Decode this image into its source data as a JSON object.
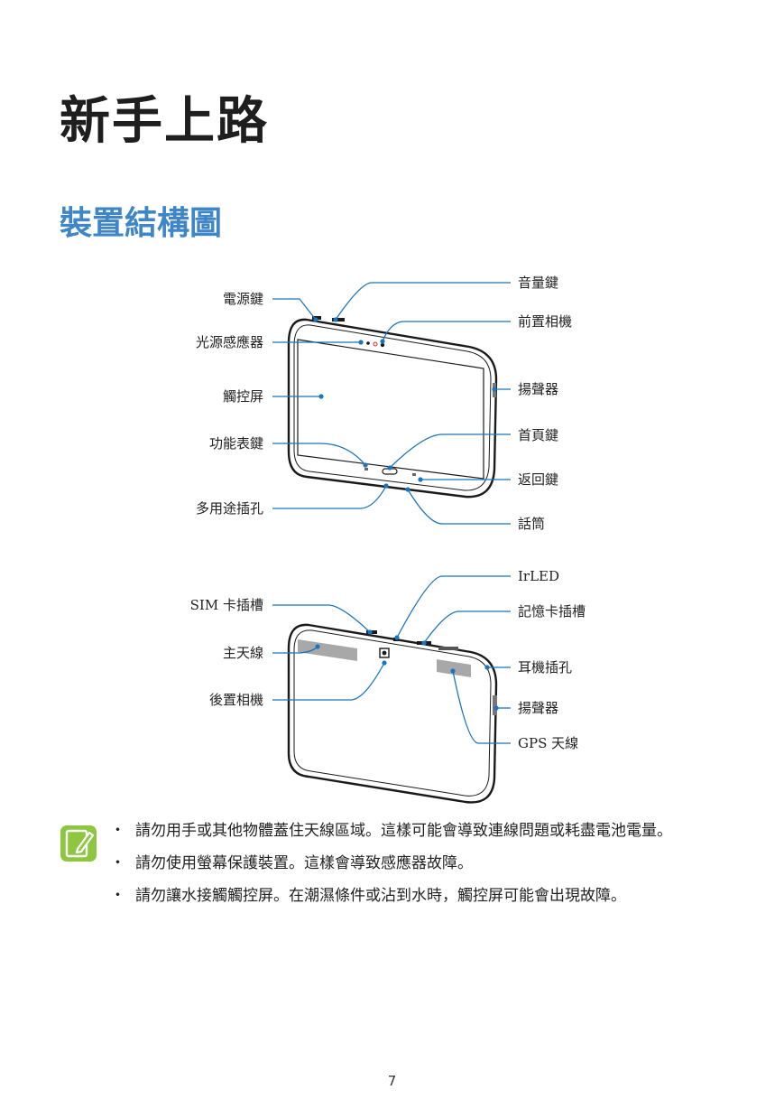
{
  "page": {
    "title": "新手上路",
    "section_title": "裝置結構圖",
    "page_number": "7"
  },
  "front_labels": {
    "power_key": "電源鍵",
    "light_sensor": "光源感應器",
    "touchscreen": "觸控屏",
    "menu_key": "功能表鍵",
    "multipurpose_jack": "多用途插孔",
    "volume_key": "音量鍵",
    "front_camera": "前置相機",
    "speaker": "揚聲器",
    "home_key": "首頁鍵",
    "back_key": "返回鍵",
    "microphone": "話筒"
  },
  "back_labels": {
    "sim_slot": "SIM 卡插槽",
    "main_antenna": "主天線",
    "rear_camera": "後置相機",
    "irled": "IrLED",
    "memory_card_slot": "記憶卡插槽",
    "headset_jack": "耳機插孔",
    "speaker": "揚聲器",
    "gps_antenna": "GPS 天線"
  },
  "notes": [
    "請勿用手或其他物體蓋住天線區域。這樣可能會導致連線問題或耗盡電池電量。",
    "請勿使用螢幕保護裝置。這樣會導致感應器故障。",
    "請勿讓水接觸觸控屏。在潮濕條件或沾到水時，觸控屏可能會出現故障。"
  ],
  "colors": {
    "section_title": "#3f86c9",
    "leader_lines": "#1b75bc",
    "note_icon": "#8dc63f"
  },
  "icons": {
    "note": "note-pencil-icon"
  }
}
